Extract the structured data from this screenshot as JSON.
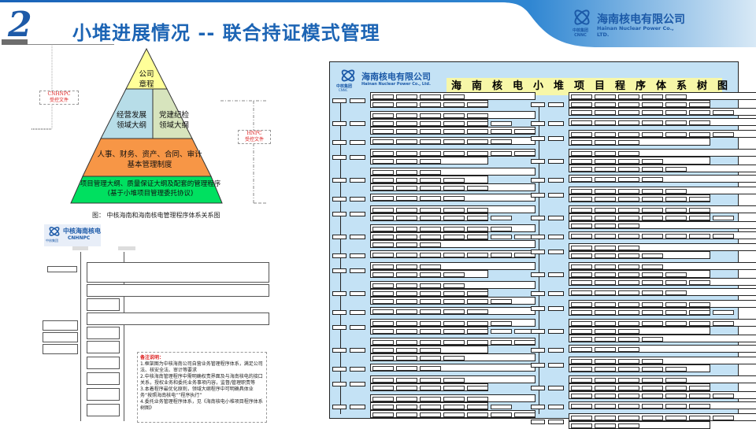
{
  "header": {
    "number": "2",
    "title": "小堆进展情况  --  联合持证模式管理",
    "logo": {
      "name_cn": "海南核电有限公司",
      "name_en": "Hainan Nuclear Power Co., LTD.",
      "group": "中核集团",
      "group_en": "CNNC"
    }
  },
  "pyramid": {
    "top": "公司\n章程",
    "mid_left": "经营发展\n领域大纲",
    "mid_right": "党建纪检\n领域大纲",
    "third": "人事、财务、资产、合同、审计\n基本管理制度",
    "base": "项目管理大纲、质量保证大纲及配套的管理程序\n(基于小堆项目管理委托协议)",
    "tag_left": "CNHNPC\n受控文件",
    "tag_right": "HNPC\n受控文件",
    "caption": "图：  中核海南和海南核电管理程序体系关系图",
    "colors": {
      "top": "#ffff99",
      "mid_left": "#b7dde8",
      "mid_right": "#d7e4bd",
      "third": "#f79646",
      "base": "#00e060"
    }
  },
  "org": {
    "logo_cn": "中核海南核电",
    "logo_en": "CNHNPC",
    "group": "中核集团",
    "group_en": "CNNC"
  },
  "notes": {
    "heading": "备注说明：",
    "items": [
      "1.框架图为中核海南公司自营业务管理程序体系，满足公司法、核安全法、审计等要求",
      "2.中核海南管理程序中需明确权责界面及与海南核电的接口关系，授权业务和委托业务事项内容，监督/管理职责等",
      "3.本着程序最优化原则，领域大纲程序中可明确具体业务“按照海南核电“”程序执行”",
      "4.委托业务管理程序体系，见《海南核电小堆项目程序体系树图》"
    ]
  },
  "tree": {
    "logo_cn": "海南核电有限公司",
    "logo_en": "Hainan Nuclear Power Co., Ltd.",
    "group": "中核集团",
    "group_en": "CNNC",
    "title": "海南核电小堆项目程序体系树图"
  }
}
